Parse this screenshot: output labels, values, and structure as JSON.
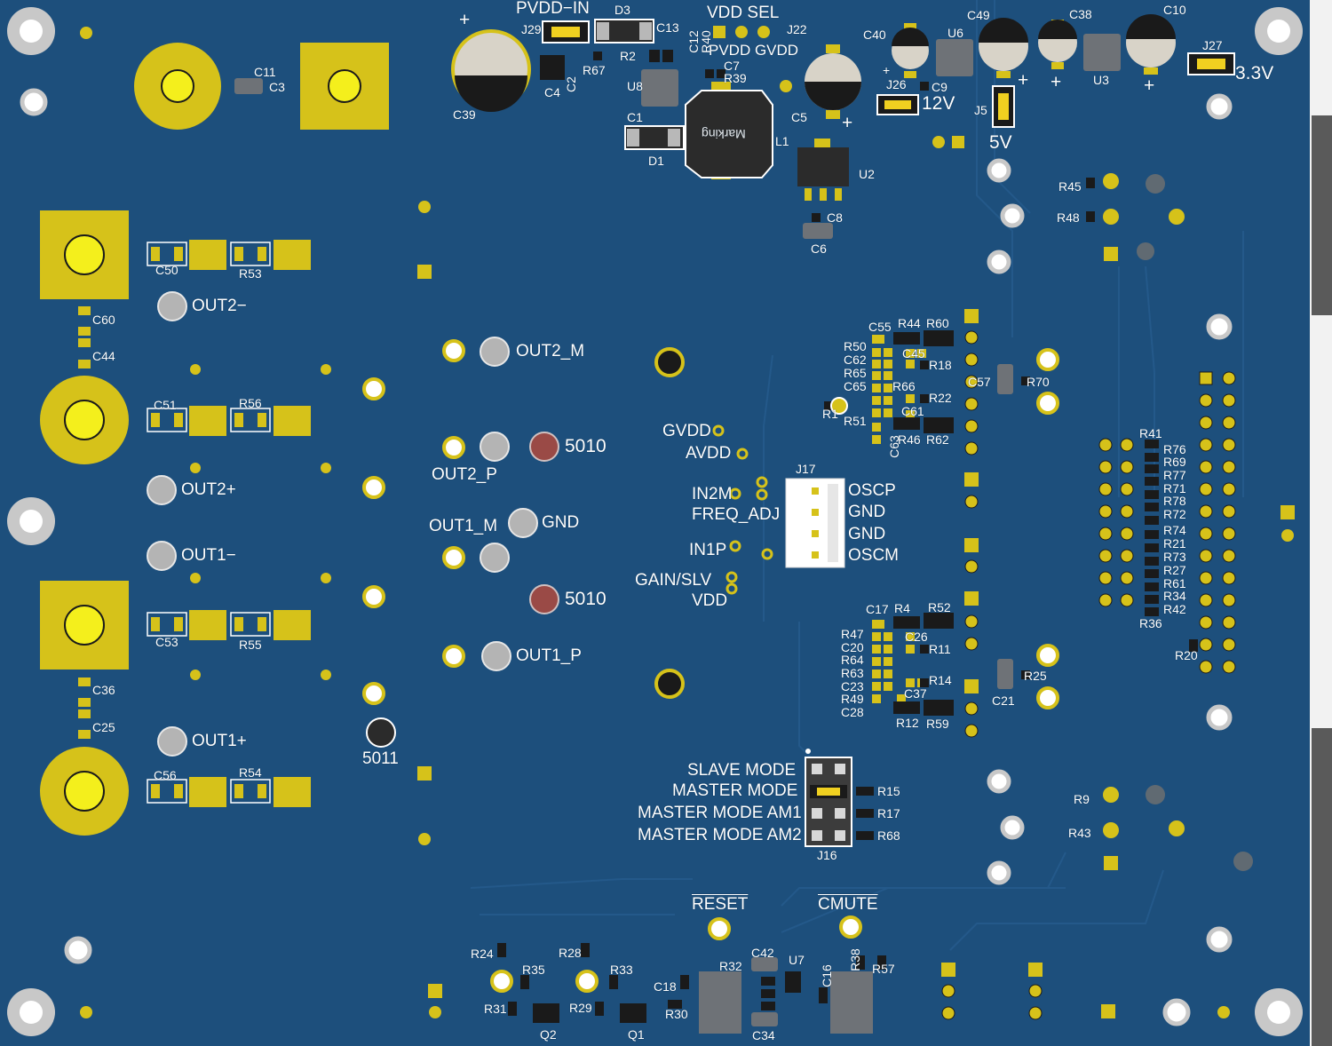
{
  "board": {
    "colors": {
      "board": "#1d4f7c",
      "copper": "#d6c21a",
      "pad_fill": "#f4ef1c",
      "silk": "#ffffff",
      "test_point": "#b0b0b0",
      "red_tp": "#9a4a46"
    },
    "power_labels": {
      "pvdd_in": "PVDD−IN",
      "vdd_sel": "VDD  SEL",
      "pvdd_gvdd": "PVDD GVDD",
      "v12": "12V",
      "v5": "5V",
      "v33": "3.3V"
    },
    "outputs": {
      "out2_minus": "OUT2−",
      "out2_plus": "OUT2+",
      "out1_minus": "OUT1−",
      "out1_plus": "OUT1+"
    },
    "test_points": {
      "out2_m": "OUT2_M",
      "out2_p": "OUT2_P",
      "out1_m": "OUT1_M",
      "out1_p": "OUT1_P",
      "gnd": "GND",
      "tp5010a": "5010",
      "tp5010b": "5010",
      "tp5011": "5011"
    },
    "signals": {
      "gvdd": "GVDD",
      "avdd": "AVDD",
      "in2m": "IN2M",
      "freq_adj": "FREQ_ADJ",
      "in1p": "IN1P",
      "gain_slv": "GAIN/SLV",
      "vdd": "VDD"
    },
    "j17_pins": [
      "OSCP",
      "GND",
      "GND",
      "OSCM"
    ],
    "modes": [
      "SLAVE MODE",
      "MASTER MODE",
      "MASTER MODE AM1",
      "MASTER MODE AM2"
    ],
    "buttons": {
      "reset": "RESET",
      "cmute": "CMUTE"
    },
    "marking": "Marking",
    "refdes": {
      "J29": "J29",
      "D3": "D3",
      "C13": "C13",
      "C12": "C12",
      "R40": "R40",
      "J22": "J22",
      "C40": "C40",
      "U6": "U6",
      "C49": "C49",
      "C38": "C38",
      "C10": "C10",
      "J27": "J27",
      "C11": "C11",
      "C3": "C3",
      "C39": "C39",
      "C4": "C4",
      "C2": "C2",
      "R67": "R67",
      "R2": "R2",
      "U8": "U8",
      "C7": "C7",
      "R39": "R39",
      "C1": "C1",
      "D1": "D1",
      "L1": "L1",
      "C5": "C5",
      "J26": "J26",
      "C9": "C9",
      "U3": "U3",
      "J5": "J5",
      "U2": "U2",
      "C8": "C8",
      "C6": "C6",
      "R45": "R45",
      "R48": "R48",
      "C50": "C50",
      "R53": "R53",
      "C60": "C60",
      "C44": "C44",
      "C51": "C51",
      "R56": "R56",
      "C53": "C53",
      "R55": "R55",
      "C36": "C36",
      "C25": "C25",
      "C56": "C56",
      "R54": "R54",
      "C55": "C55",
      "R44": "R44",
      "R60": "R60",
      "R50": "R50",
      "C62": "C62",
      "C45": "C45",
      "R18": "R18",
      "R65": "R65",
      "C65": "C65",
      "R66": "R66",
      "C57": "C57",
      "R70": "R70",
      "R1": "R1",
      "R22": "R22",
      "C61": "C61",
      "R51": "R51",
      "C63": "C63",
      "R46": "R46",
      "R62": "R62",
      "J17": "J17",
      "R41": "R41",
      "R76": "R76",
      "R69": "R69",
      "R77": "R77",
      "R71": "R71",
      "R78": "R78",
      "R72": "R72",
      "R74": "R74",
      "R21": "R21",
      "R73": "R73",
      "R27": "R27",
      "R61": "R61",
      "R34": "R34",
      "R42": "R42",
      "R36": "R36",
      "R20": "R20",
      "C17": "C17",
      "R4": "R4",
      "R52": "R52",
      "R47": "R47",
      "C26": "C26",
      "C20": "C20",
      "R11": "R11",
      "R64": "R64",
      "R63": "R63",
      "R14": "R14",
      "C23": "C23",
      "C37": "C37",
      "R49": "R49",
      "C28": "C28",
      "R12": "R12",
      "R59": "R59",
      "C21": "C21",
      "R25": "R25",
      "R15": "R15",
      "R17": "R17",
      "R68": "R68",
      "J16": "J16",
      "R9": "R9",
      "R43": "R43",
      "R24": "R24",
      "R35": "R35",
      "R31": "R31",
      "Q2": "Q2",
      "R28": "R28",
      "R33": "R33",
      "R29": "R29",
      "Q1": "Q1",
      "C18": "C18",
      "R30": "R30",
      "R32": "R32",
      "C42": "C42",
      "U7": "U7",
      "C34": "C34",
      "C16": "C16",
      "R38": "R38",
      "R57": "R57"
    }
  }
}
